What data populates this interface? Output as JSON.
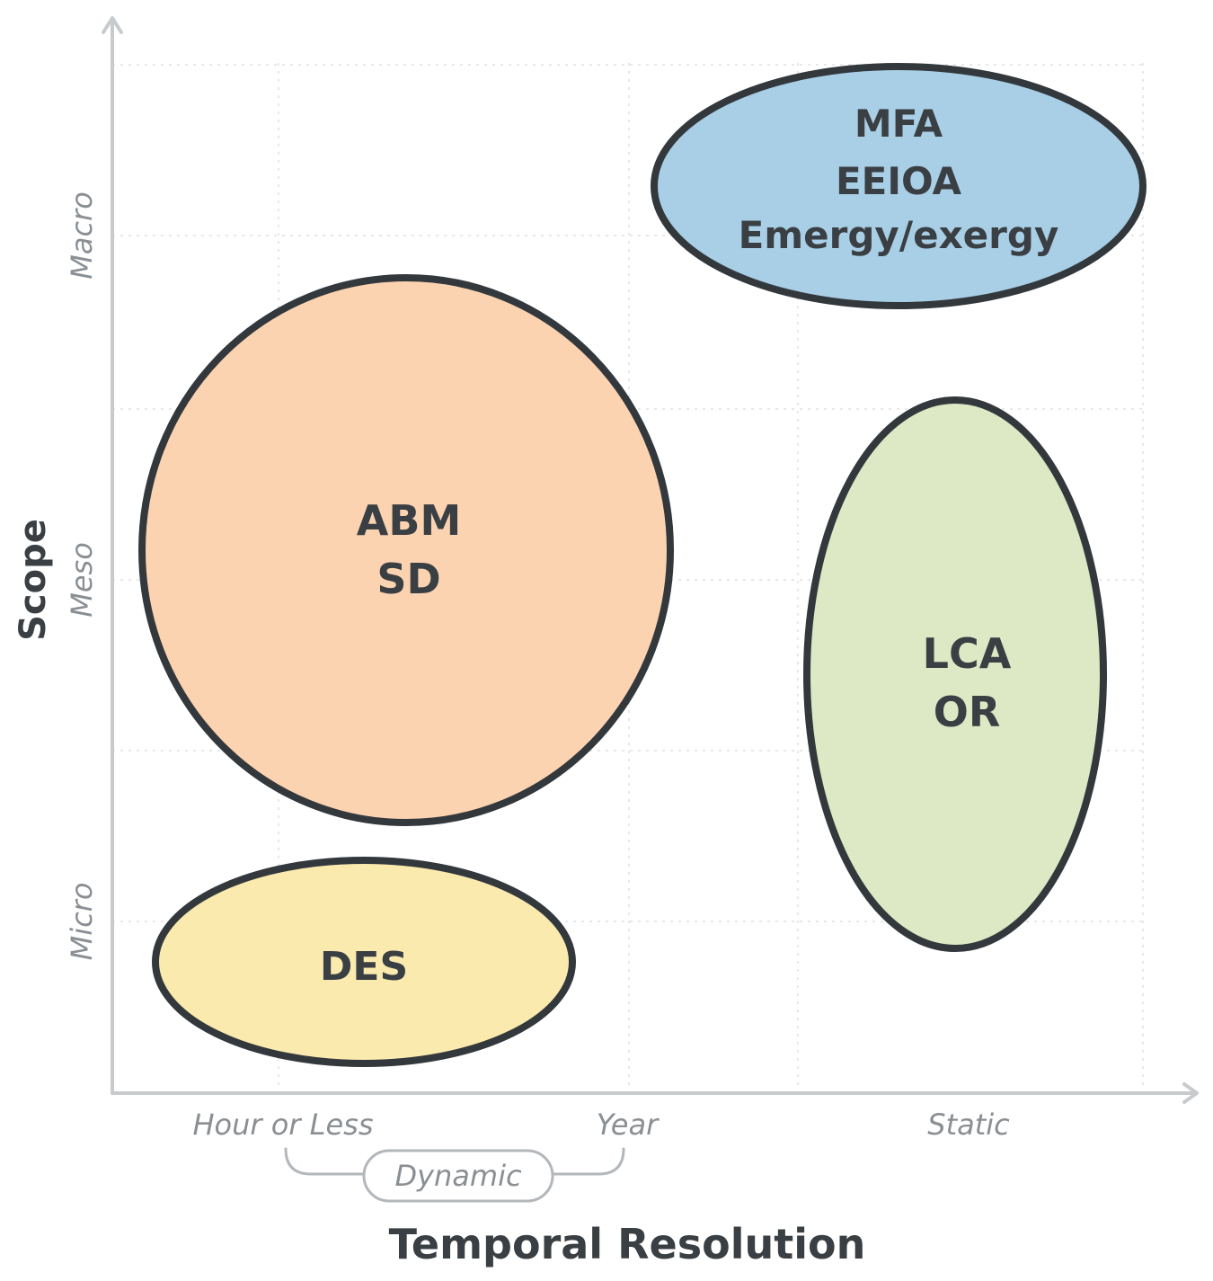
{
  "axes": {
    "x_title": "Temporal Resolution",
    "y_title": "Scope",
    "x_ticks": [
      "Hour or Less",
      "Year",
      "Static"
    ],
    "x_group_label": "Dynamic",
    "y_ticks": [
      "Macro",
      "Meso",
      "Micro"
    ]
  },
  "bubbles": [
    {
      "id": "mfa",
      "lines": [
        "MFA",
        "EEIOA",
        "Emergy/exergy"
      ],
      "color": "#a9cfe6"
    },
    {
      "id": "abm",
      "lines": [
        "ABM",
        "SD"
      ],
      "color": "#fcd3b0"
    },
    {
      "id": "lca",
      "lines": [
        "LCA",
        "OR"
      ],
      "color": "#dde8c4"
    },
    {
      "id": "des",
      "lines": [
        "DES"
      ],
      "color": "#fbeaae"
    }
  ],
  "colors": {
    "outline": "#33383d",
    "axis": "#c8cbce",
    "grid": "#e6e8ea"
  }
}
